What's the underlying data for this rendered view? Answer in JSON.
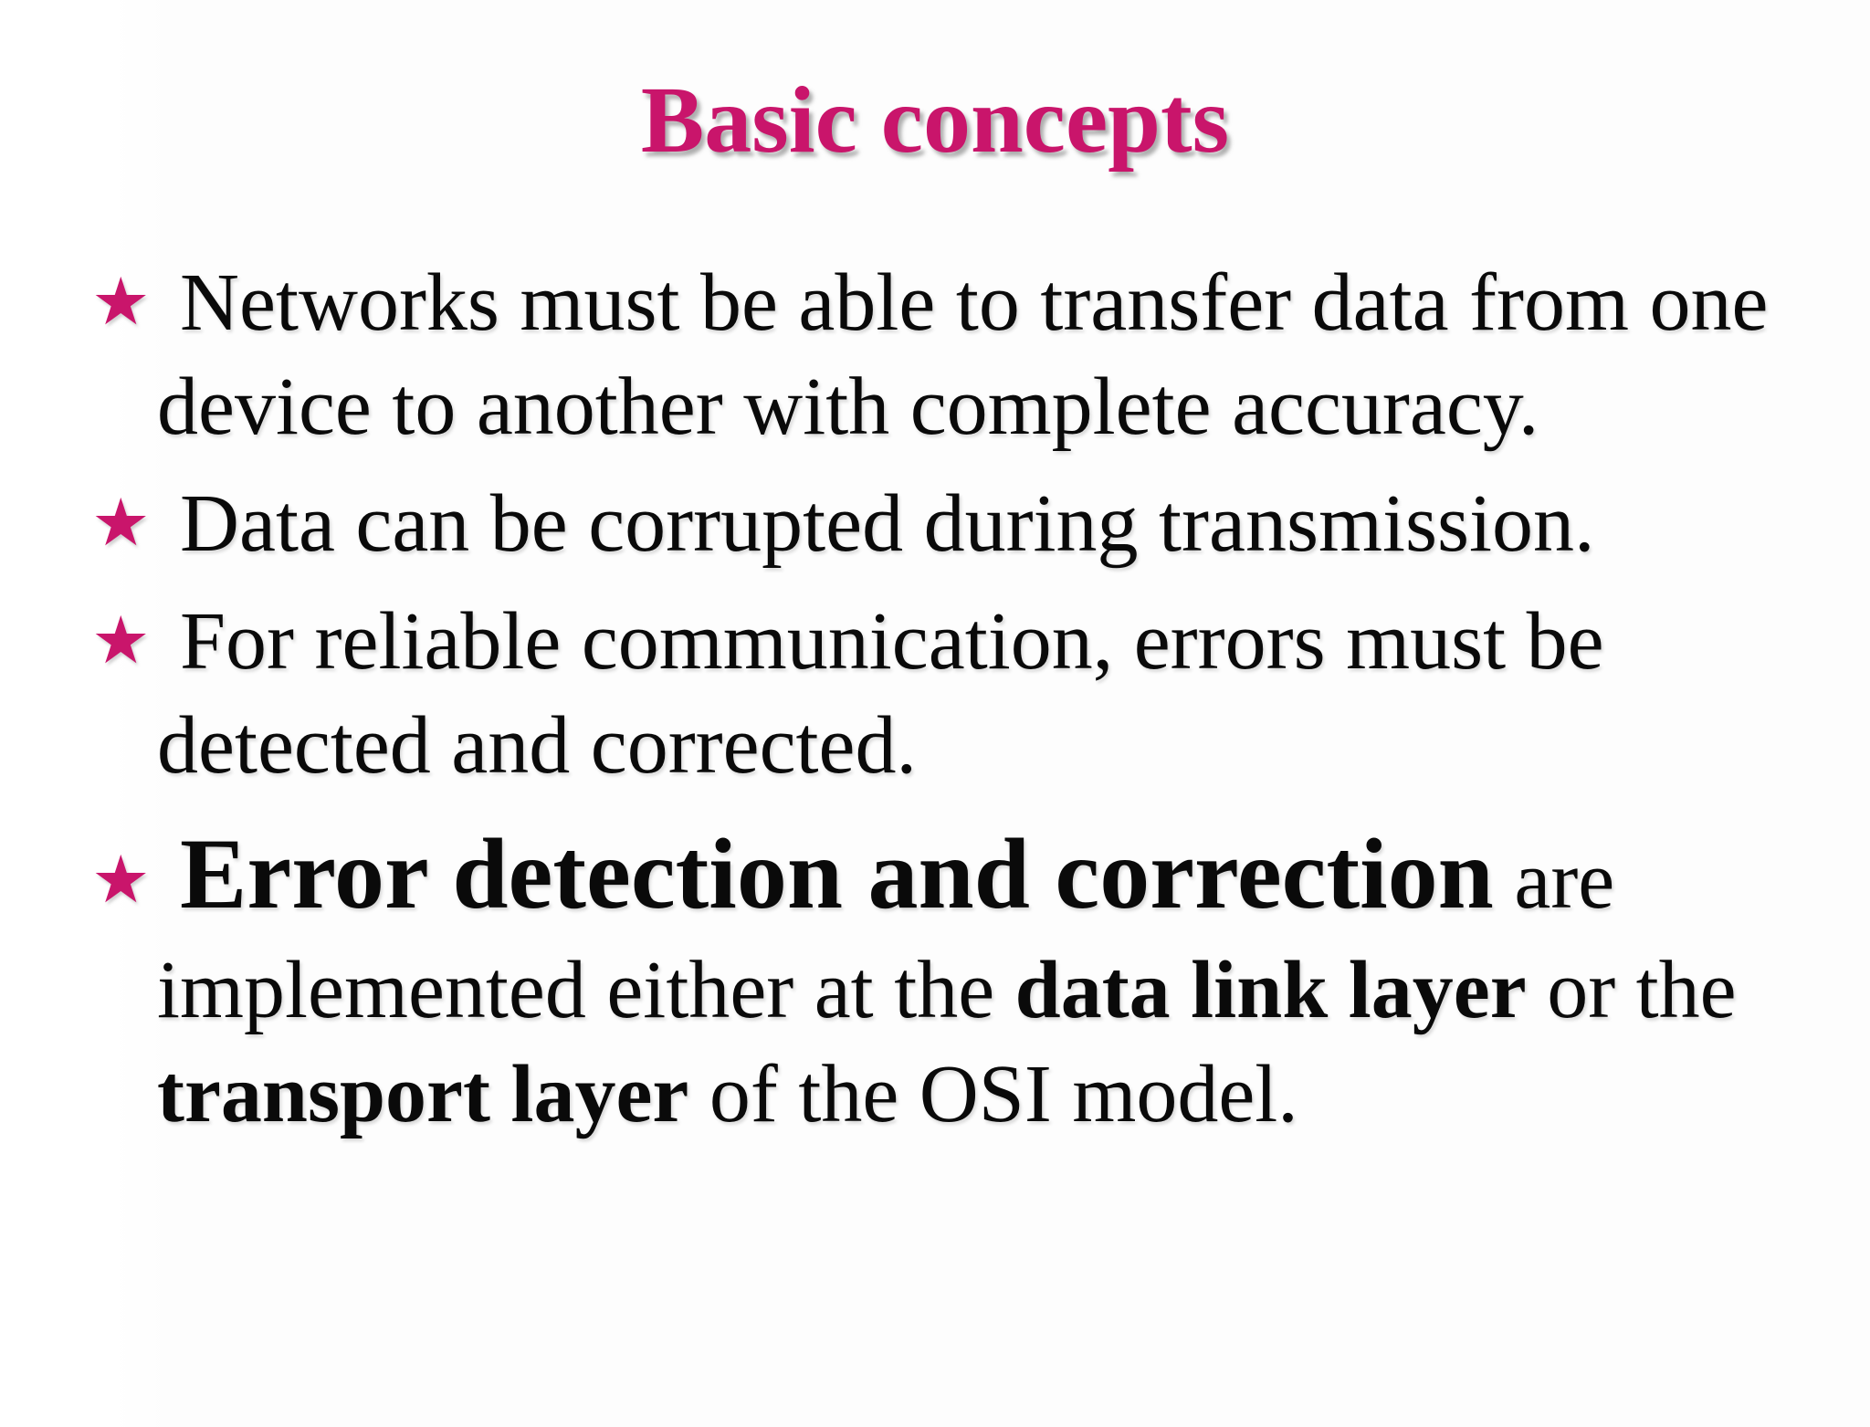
{
  "title": "Basic concepts",
  "colors": {
    "accent": "#C9156B",
    "text": "#0a0a0a",
    "background": "#FDFDFD"
  },
  "icons": {
    "star_bullet": "★"
  },
  "bullets": [
    {
      "segments": [
        {
          "text": "Networks must be able to transfer data from one device to another with complete accuracy.",
          "emphasis": "none"
        }
      ]
    },
    {
      "segments": [
        {
          "text": "Data can be corrupted during transmission.",
          "emphasis": "none"
        }
      ]
    },
    {
      "segments": [
        {
          "text": "For reliable communication, errors must be detected and corrected.",
          "emphasis": "none"
        }
      ]
    },
    {
      "segments": [
        {
          "text": "Error detection and correction",
          "emphasis": "strong-large"
        },
        {
          "text": " are implemented either at the ",
          "emphasis": "none"
        },
        {
          "text": "data link layer",
          "emphasis": "strong"
        },
        {
          "text": " or the ",
          "emphasis": "none"
        },
        {
          "text": "transport layer",
          "emphasis": "strong"
        },
        {
          "text": " of the OSI model.",
          "emphasis": "none"
        }
      ]
    }
  ]
}
